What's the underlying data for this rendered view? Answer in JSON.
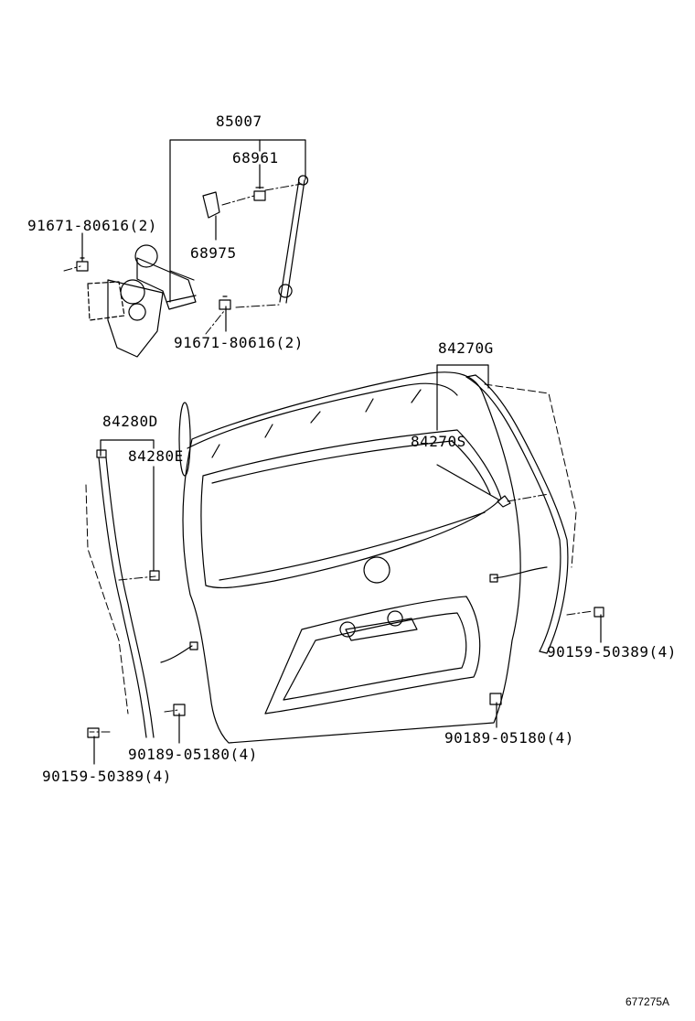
{
  "diagram": {
    "figure_id": "677275A",
    "callouts": {
      "assembly_85007": "85007",
      "part_68961": "68961",
      "part_68975": "68975",
      "bolt_upper_left": "91671-80616(2)",
      "bolt_lower_right": "91671-80616(2)",
      "weatherstrip_84270G": "84270G",
      "clip_84270S": "84270S",
      "weatherstrip_84280D": "84280D",
      "clip_84280E": "84280E",
      "screw_right": "90159-50389(4)",
      "screw_left": "90159-50389(4)",
      "clip_right": "90189-05180(4)",
      "clip_left": "90189-05180(4)"
    }
  }
}
